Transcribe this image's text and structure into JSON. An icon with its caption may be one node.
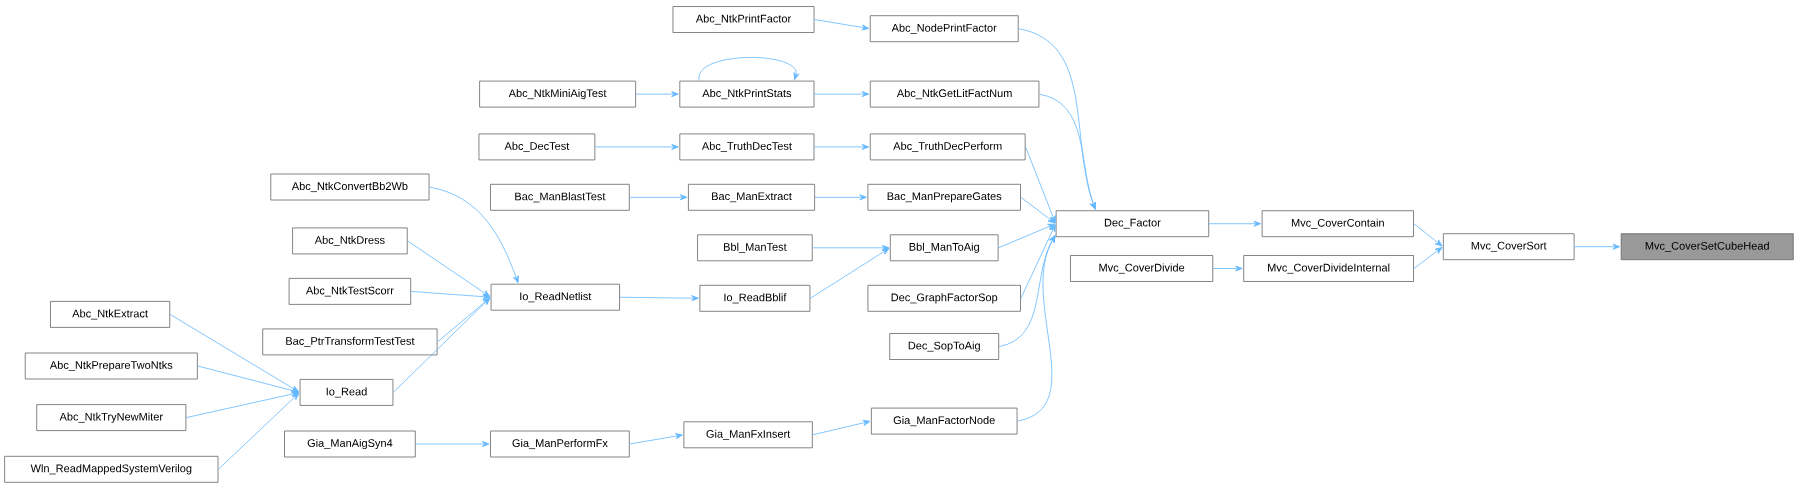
{
  "diagram": {
    "nodes": [
      {
        "text": [
          "Mvc_CoverSetCubeHead"
        ]
      },
      {
        "text": [
          "Mvc_CoverSort"
        ]
      },
      {
        "text": [
          "Mvc_CoverContain"
        ]
      },
      {
        "text": [
          "Mvc_CoverDivideInternal"
        ]
      },
      {
        "text": [
          "Mvc_CoverDivide"
        ]
      },
      {
        "text": [
          "Dec_Factor"
        ]
      },
      {
        "text": [
          "Abc_NodePrintFactor"
        ]
      },
      {
        "text": [
          "Abc_NtkPrintFactor"
        ]
      },
      {
        "text": [
          "Abc_NtkGetLitFactNum"
        ]
      },
      {
        "text": [
          "Abc_NtkPrintStats"
        ]
      },
      {
        "text": [
          "Abc_NtkMiniAigTest"
        ]
      },
      {
        "text": [
          "Abc_TruthDecPerform"
        ]
      },
      {
        "text": [
          "Abc_TruthDecTest"
        ]
      },
      {
        "text": [
          "Abc_DecTest"
        ]
      },
      {
        "text": [
          "Bac_ManPrepareGates"
        ]
      },
      {
        "text": [
          "Bac_ManExtract"
        ]
      },
      {
        "text": [
          "Bac_ManBlastTest"
        ]
      },
      {
        "text": [
          "Bbl_ManToAig"
        ]
      },
      {
        "text": [
          "Bbl_ManTest"
        ]
      },
      {
        "text": [
          "Dec_GraphFactorSop"
        ]
      },
      {
        "text": [
          "Dec_SopToAig"
        ]
      },
      {
        "text": [
          "Io_ReadBblif"
        ]
      },
      {
        "text": [
          "Io_ReadNetlist"
        ]
      },
      {
        "text": [
          "Abc_NtkConvertBb2Wb"
        ]
      },
      {
        "text": [
          "Abc_NtkDress"
        ]
      },
      {
        "text": [
          "Abc_NtkTestScorr"
        ]
      },
      {
        "text": [
          "Bac_PtrTransformTestTest"
        ]
      },
      {
        "text": [
          "Io_Read"
        ]
      },
      {
        "text": [
          "Abc_NtkExtract"
        ]
      },
      {
        "text": [
          "Abc_NtkPrepareTwoNtks"
        ]
      },
      {
        "text": [
          "Abc_NtkTryNewMiter"
        ]
      },
      {
        "text": [
          "Wln_ReadMappedSystemVerilog"
        ]
      },
      {
        "text": [
          "Gia_ManFactorNode"
        ]
      },
      {
        "text": [
          "Gia_ManFxInsert"
        ]
      },
      {
        "text": [
          "Gia_ManPerformFx"
        ]
      },
      {
        "text": [
          "Gia_ManAigSyn4"
        ]
      }
    ],
    "edges": [
      {
        "from": 1,
        "to": 0,
        "arrow": "to"
      },
      {
        "from": 2,
        "to": 1,
        "arrow": "to"
      },
      {
        "from": 3,
        "to": 1,
        "arrow": "to"
      },
      {
        "from": 4,
        "to": 3,
        "arrow": "to"
      },
      {
        "from": 5,
        "to": 2,
        "arrow": "to"
      },
      {
        "from": 6,
        "to": 5,
        "arrow": "to"
      },
      {
        "from": 8,
        "to": 5,
        "arrow": "to"
      },
      {
        "from": 11,
        "to": 5,
        "arrow": "to"
      },
      {
        "from": 14,
        "to": 5,
        "arrow": "to"
      },
      {
        "from": 17,
        "to": 5,
        "arrow": "to"
      },
      {
        "from": 19,
        "to": 5,
        "arrow": "to"
      },
      {
        "from": 20,
        "to": 5,
        "arrow": "to"
      },
      {
        "from": 32,
        "to": 5,
        "arrow": "to"
      },
      {
        "from": 7,
        "to": 6,
        "arrow": "to"
      },
      {
        "from": 9,
        "to": 8,
        "arrow": "to"
      },
      {
        "from": 9,
        "to": 9,
        "arrow": "to"
      },
      {
        "from": 10,
        "to": 9,
        "arrow": "to"
      },
      {
        "from": 12,
        "to": 11,
        "arrow": "to"
      },
      {
        "from": 13,
        "to": 12,
        "arrow": "to"
      },
      {
        "from": 15,
        "to": 14,
        "arrow": "to"
      },
      {
        "from": 16,
        "to": 15,
        "arrow": "to"
      },
      {
        "from": 18,
        "to": 17,
        "arrow": "to"
      },
      {
        "from": 21,
        "to": 17,
        "arrow": "to"
      },
      {
        "from": 22,
        "to": 21,
        "arrow": "to"
      },
      {
        "from": 23,
        "to": 22,
        "arrow": "to"
      },
      {
        "from": 24,
        "to": 22,
        "arrow": "to"
      },
      {
        "from": 25,
        "to": 22,
        "arrow": "to"
      },
      {
        "from": 26,
        "to": 22,
        "arrow": "to"
      },
      {
        "from": 27,
        "to": 22,
        "arrow": "to"
      },
      {
        "from": 28,
        "to": 27,
        "arrow": "to"
      },
      {
        "from": 29,
        "to": 27,
        "arrow": "to"
      },
      {
        "from": 30,
        "to": 27,
        "arrow": "to"
      },
      {
        "from": 31,
        "to": 27,
        "arrow": "to"
      },
      {
        "from": 33,
        "to": 32,
        "arrow": "to"
      },
      {
        "from": 34,
        "to": 33,
        "arrow": "to"
      },
      {
        "from": 35,
        "to": 34,
        "arrow": "to"
      }
    ]
  }
}
